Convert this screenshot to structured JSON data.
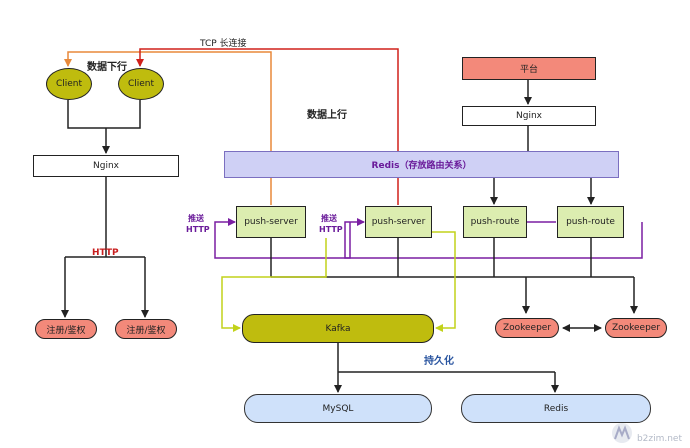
{
  "labels": {
    "tcp": "TCP 长连接",
    "data_down": "数据下行",
    "data_up": "数据上行",
    "http": "HTTP",
    "persist": "持久化",
    "push_http_left_1": "推送",
    "push_http_left_2": "HTTP",
    "push_http_mid_1": "推送",
    "push_http_mid_2": "HTTP"
  },
  "nodes": {
    "client_1": "Client",
    "client_2": "Client",
    "nginx_left": "Nginx",
    "register_1": "注册/鉴权",
    "register_2": "注册/鉴权",
    "platform": "平台",
    "nginx_right": "Nginx",
    "redis_bar": "Redis（存放路由关系）",
    "push_server_1": "push-server",
    "push_server_2": "push-server",
    "push_route_1": "push-route",
    "push_route_2": "push-route",
    "kafka": "Kafka",
    "zookeeper_1": "Zookeeper",
    "zookeeper_2": "Zookeeper",
    "mysql": "MySQL",
    "redis_db": "Redis"
  },
  "watermark": {
    "url": "b2zim.net"
  },
  "colors": {
    "client_fill": "#bfbc0e",
    "green_box": "#dcedb0",
    "red_box": "#f3897a",
    "blue_pill": "#cfe1fa",
    "redis_bar": "#cfd0f5",
    "orange_line": "#e8893a",
    "red_line": "#d0201a",
    "purple_line": "#7a1fa2",
    "yellow_line": "#c2d21a",
    "http_text": "#c81e1e",
    "persist_text": "#2a55a0"
  }
}
